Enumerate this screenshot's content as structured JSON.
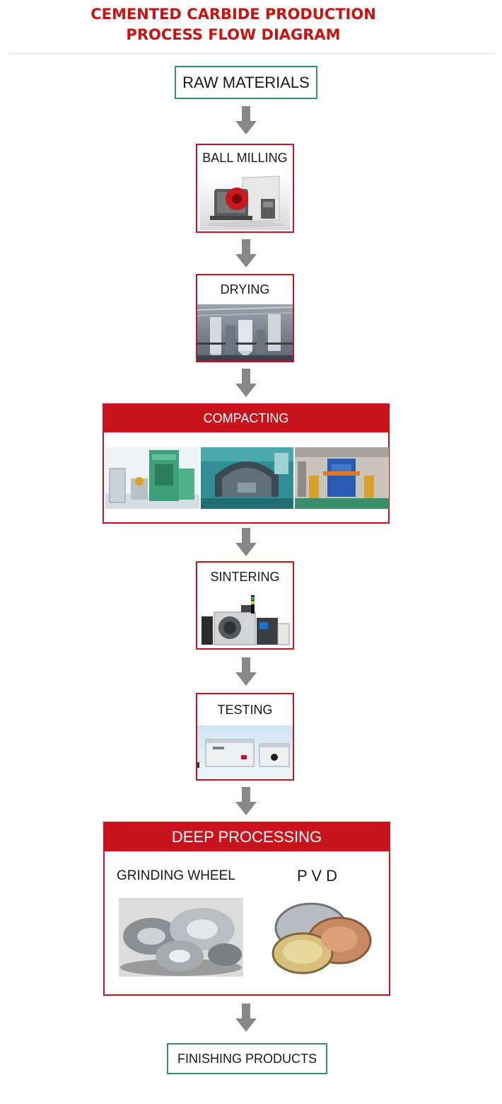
{
  "title_line1": "CEMENTED CARBIDE PRODUCTION",
  "title_line2": "PROCESS FLOW DIAGRAM",
  "steps": {
    "raw_materials": "RAW MATERIALS",
    "ball_milling": "BALL MILLING",
    "drying": "DRYING",
    "compacting": "COMPACTING",
    "sintering": "SINTERING",
    "testing": "TESTING",
    "deep_processing": "DEEP PROCESSING",
    "grinding_wheel": "GRINDING WHEEL",
    "pvd": "P V D",
    "finishing_products": "FINISHING PRODUCTS"
  },
  "colors": {
    "accent_red": "#c8141c",
    "title_red": "#cc1111",
    "box_green": "#3a8f6e",
    "arrow_gray": "#888888"
  }
}
